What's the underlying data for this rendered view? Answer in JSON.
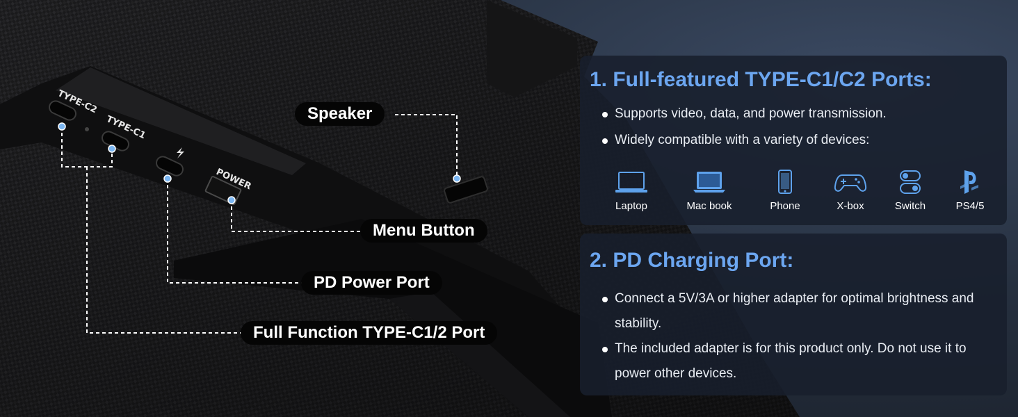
{
  "callouts": {
    "speaker": "Speaker",
    "menu_button": "Menu Button",
    "pd_power_port": "PD Power Port",
    "full_function_port": "Full Function TYPE-C1/2 Port"
  },
  "device_labels": {
    "type_c2": "TYPE-C2",
    "type_c1": "TYPE-C1",
    "power": "POWER"
  },
  "section1": {
    "title": "1. Full-featured TYPE-C1/C2 Ports:",
    "bullets": [
      "Supports video, data, and power transmission.",
      "Widely compatible with a variety of devices:"
    ],
    "devices": [
      {
        "label": "Laptop",
        "icon": "laptop-icon"
      },
      {
        "label": "Mac book",
        "icon": "macbook-icon"
      },
      {
        "label": "Phone",
        "icon": "phone-icon"
      },
      {
        "label": "X-box",
        "icon": "gamepad-icon"
      },
      {
        "label": "Switch",
        "icon": "switch-icon"
      },
      {
        "label": "PS4/5",
        "icon": "playstation-icon"
      }
    ]
  },
  "section2": {
    "title": "2. PD Charging Port:",
    "bullets": [
      "Connect a 5V/3A or higher adapter for optimal brightness and stability.",
      "The included adapter is for this product only. Do not use it to power other devices."
    ]
  },
  "colors": {
    "accent_blue": "#6ca6f0",
    "icon_blue": "#5ea2ec",
    "callout_bg": "#050505"
  }
}
